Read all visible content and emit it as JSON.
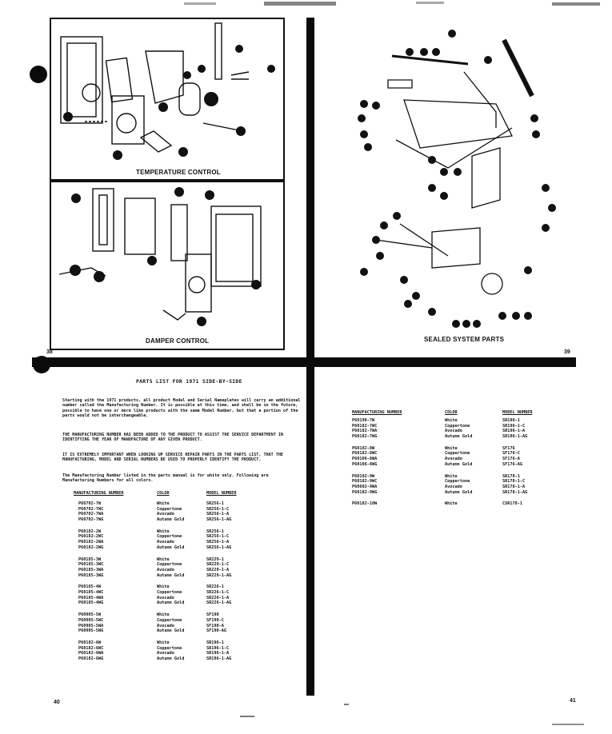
{
  "captions": {
    "temperature_control": "TEMPERATURE CONTROL",
    "damper_control": "DAMPER CONTROL",
    "sealed_system_parts": "SEALED SYSTEM PARTS"
  },
  "page_numbers": {
    "top_left": "38",
    "top_right": "39",
    "bottom_left": "40",
    "bottom_right": "41"
  },
  "parts_list": {
    "title": "PARTS LIST FOR 1971 SIDE-BY-SIDE",
    "paragraphs": [
      "Starting with the 1971 products, all product Model and Serial Nameplates will carry an additional number called the Manufacturing Number. It is possible at this time, and shall be in the future, possible to have one or more like products with the same Model Number, but that a portion of the parts would not be interchangeable.",
      "THE MANUFACTURING NUMBER HAS BEEN ADDED TO THE PRODUCT TO ASSIST THE SERVICE DEPARTMENT IN IDENTIFYING THE YEAR OF MANUFACTURE OF ANY GIVEN PRODUCT.",
      "IT IS EXTREMELY IMPORTANT WHEN LOOKING UP SERVICE REPAIR PARTS IN THE PARTS LIST, THAT THE MANUFACTURING, MODEL AND SERIAL NUMBERS BE USED TO PROPERLY IDENTIFY THE PRODUCT.",
      "The Manufacturing Number listed in the parts manual is for white only. Following are Manufacturing Numbers for all colors."
    ],
    "headers": {
      "mfg": "MANUFACTURING NUMBER",
      "color": "COLOR",
      "model": "MODEL NUMBER"
    },
    "left_groups": [
      {
        "mfg": [
          "P60702-7W",
          "P60702-7WC",
          "P60702-7WA",
          "P60702-7WG"
        ],
        "color": [
          "White",
          "Coppertone",
          "Avocado",
          "Autumn Gold"
        ],
        "model": [
          "SR256-1",
          "SR256-1-C",
          "SR256-1-A",
          "SR256-1-AG"
        ]
      },
      {
        "mfg": [
          "P60182-2W",
          "P60182-2WC",
          "P60182-2WA",
          "P60182-2WG"
        ],
        "color": [
          "White",
          "Coppertone",
          "Avocado",
          "Autumn Gold"
        ],
        "model": [
          "SR256-1",
          "SR256-1-C",
          "SR256-1-A",
          "SR256-1-AG"
        ]
      },
      {
        "mfg": [
          "P60185-3W",
          "P60185-3WC",
          "P60185-3WA",
          "P60185-3WG"
        ],
        "color": [
          "White",
          "Coppertone",
          "Avocado",
          "Autumn Gold"
        ],
        "model": [
          "SR229-1",
          "SR229-1-C",
          "SR229-1-A",
          "SR229-1-AG"
        ]
      },
      {
        "mfg": [
          "P60105-4W",
          "P60105-4WC",
          "P60105-4WA",
          "P60105-4WG"
        ],
        "color": [
          "White",
          "Coppertone",
          "Avocado",
          "Autumn Gold"
        ],
        "model": [
          "SR226-1",
          "SR226-1-C",
          "SR226-1-A",
          "SR226-1-AG"
        ]
      },
      {
        "mfg": [
          "P60905-5W",
          "P60905-5WC",
          "P60905-5WA",
          "P60905-5WG"
        ],
        "color": [
          "White",
          "Coppertone",
          "Avocado",
          "Autumn Gold"
        ],
        "model": [
          "SF190",
          "SF190-C",
          "SF190-A",
          "SF190-AG"
        ]
      },
      {
        "mfg": [
          "P60182-6W",
          "P60182-6WC",
          "P60182-6WA",
          "P60182-6WG"
        ],
        "color": [
          "White",
          "Coppertone",
          "Avocado",
          "Autumn Gold"
        ],
        "model": [
          "SR196-1",
          "SR196-1-C",
          "SR196-1-A",
          "SR196-1-AG"
        ]
      }
    ],
    "right_groups": [
      {
        "mfg": [
          "P60198-7W",
          "P60182-7WC",
          "P60182-7WA",
          "P60182-7WG"
        ],
        "color": [
          "White",
          "Coppertone",
          "Avocado",
          "Autumn Gold"
        ],
        "model": [
          "SR196-1",
          "SR196-1-C",
          "SR196-1-A",
          "SR196-1-AG"
        ]
      },
      {
        "mfg": [
          "P60182-8W",
          "P60182-8WC",
          "P60106-8WA",
          "P60106-8WG"
        ],
        "color": [
          "White",
          "Coppertone",
          "Avocado",
          "Autumn Gold"
        ],
        "model": [
          "SF176",
          "SF176-C",
          "SF176-A",
          "SF176-AG"
        ]
      },
      {
        "mfg": [
          "P60102-9W",
          "P60102-9WC",
          "P60602-9WA",
          "P60102-9WG"
        ],
        "color": [
          "White",
          "Coppertone",
          "Avocado",
          "Autumn Gold"
        ],
        "model": [
          "SR178-1",
          "SR178-1-C",
          "SR178-1-A",
          "SR178-1-AG"
        ]
      },
      {
        "mfg": [
          "P60182-10W"
        ],
        "color": [
          "White"
        ],
        "model": [
          "CSR178-1"
        ]
      }
    ]
  }
}
